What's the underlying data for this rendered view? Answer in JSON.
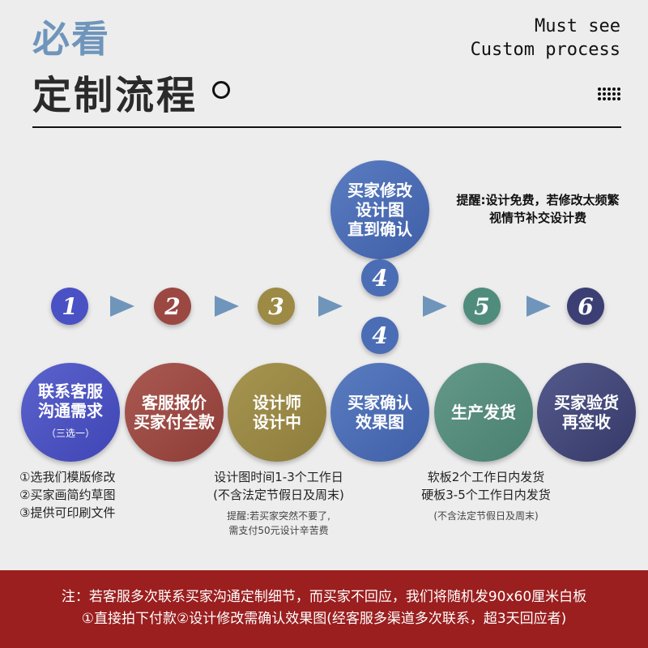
{
  "header": {
    "title_accent": "必看",
    "title_main": "定制流程",
    "english_line1": "Must see",
    "english_line2": "Custom process"
  },
  "colors": {
    "accent_blue": "#6f95bb",
    "banner_red": "#9b1f1f",
    "step1": "#4a51c4",
    "step2": "#9b4842",
    "step3": "#9c8a45",
    "step4": "#4b6db5",
    "step5": "#4f8c7c",
    "step6": "#3c3f74"
  },
  "steps": [
    {
      "number": "1",
      "line1": "联系客服",
      "line2": "沟通需求",
      "sub": "（三选一）"
    },
    {
      "number": "2",
      "line1": "客服报价",
      "line2": "买家付全款"
    },
    {
      "number": "3",
      "line1": "设计师",
      "line2": "设计中"
    },
    {
      "number": "4",
      "line1": "买家确认",
      "line2": "效果图"
    },
    {
      "number": "5",
      "line1": "生产发货"
    },
    {
      "number": "6",
      "line1": "买家验货",
      "line2": "再签收"
    }
  ],
  "step4_alt": {
    "number": "4",
    "line1": "买家修改",
    "line2": "设计图",
    "line3": "直到确认"
  },
  "reminder_top": {
    "line1": "提醒:设计免费，若修改太频繁",
    "line2": "视情节补交设计费"
  },
  "notes": {
    "step1": [
      "①选我们模版修改",
      "②买家画简约草图",
      "③提供可印刷文件"
    ],
    "step3": [
      "设计图时间1-3个工作日",
      "(不含法定节假日及周末)"
    ],
    "step3_small": [
      "提醒:若买家突然不要了,",
      "需支付50元设计辛苦费"
    ],
    "step5": [
      "软板2个工作日内发货",
      "硬板3-5个工作日内发货"
    ],
    "step5_small": "(不含法定节假日及周末)"
  },
  "banner": {
    "line1": "注：若客服多次联系买家沟通定制细节，而买家不回应，我们将随机发90x60厘米白板",
    "line2": "①直接拍下付款②设计修改需确认效果图(经客服多渠道多次联系，超3天回应者)"
  }
}
